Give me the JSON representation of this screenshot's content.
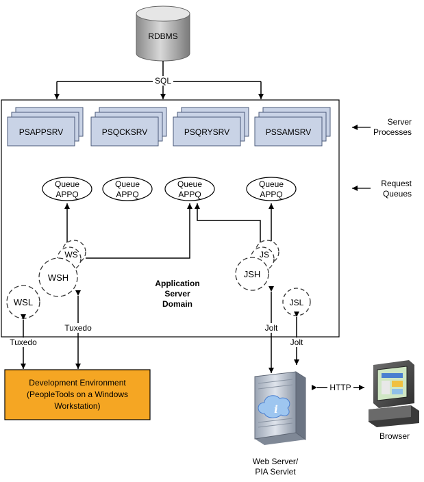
{
  "database": {
    "label": "RDBMS"
  },
  "sql_label": "SQL",
  "server_processes": [
    {
      "name": "PSAPPSRV"
    },
    {
      "name": "PSQCKSRV"
    },
    {
      "name": "PSQRYSRV"
    },
    {
      "name": "PSSAMSRV"
    }
  ],
  "side_labels": {
    "server_processes": {
      "line1": "Server",
      "line2": "Processes"
    },
    "request_queues": {
      "line1": "Request",
      "line2": "Queues"
    }
  },
  "queues": [
    {
      "line1": "Queue",
      "line2": "APPQ"
    },
    {
      "line1": "Queue",
      "line2": "APPQ"
    },
    {
      "line1": "Queue",
      "line2": "APPQ"
    },
    {
      "line1": "Queue",
      "line2": "APPQ"
    }
  ],
  "handlers": {
    "wsh": "WSH",
    "wsh_stack": "WS",
    "jsh": "JSH",
    "jsh_stack": "JS",
    "wsl": "WSL",
    "jsl": "JSL"
  },
  "domain_label": {
    "line1": "Application",
    "line2": "Server",
    "line3": "Domain"
  },
  "connection_labels": {
    "tuxedo_inner": "Tuxedo",
    "tuxedo_outer": "Tuxedo",
    "jolt_inner": "Jolt",
    "jolt_outer": "Jolt",
    "http": "HTTP"
  },
  "dev_environment": {
    "line1": "Development Environment",
    "line2": "(PeopleTools on a Windows",
    "line3": "Workstation)",
    "fill_color": "#f5a623"
  },
  "web_server": {
    "line1": "Web Server/",
    "line2": "PIA Servlet"
  },
  "browser": {
    "label": "Browser"
  },
  "colors": {
    "process_box": "#c9d3e6",
    "queue_fill": "#ffffff",
    "accent_blue": "#4a7fd0"
  }
}
